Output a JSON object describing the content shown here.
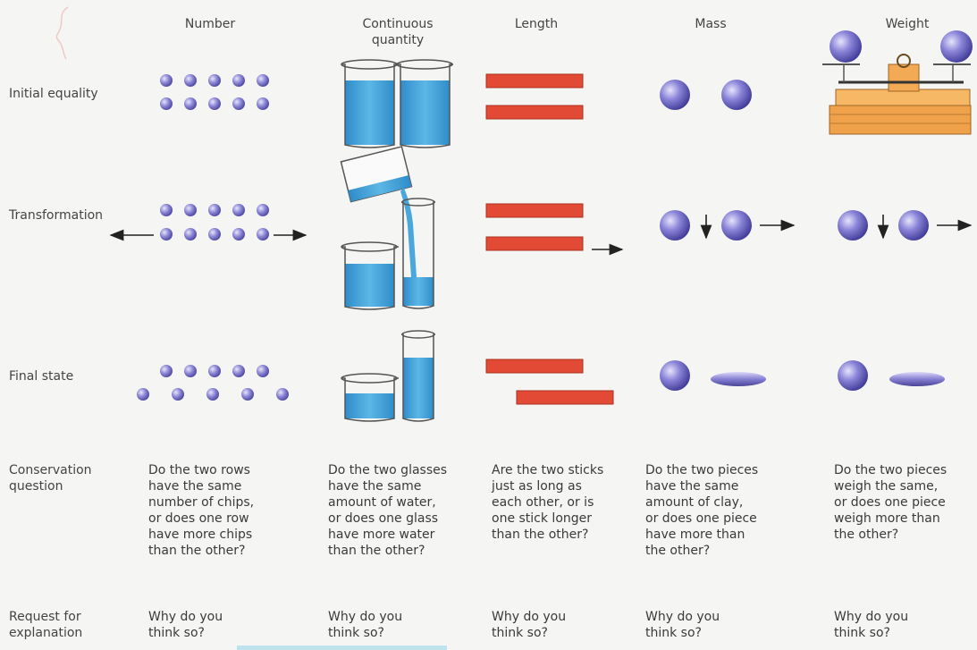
{
  "columns": {
    "number": "Number",
    "continuous": "Continuous\nquantity",
    "length": "Length",
    "mass": "Mass",
    "weight": "Weight"
  },
  "rows": {
    "initial": "Initial equality",
    "transformation": "Transformation",
    "final": "Final state",
    "question": "Conservation\nquestion",
    "request": "Request for\nexplanation"
  },
  "questions": {
    "number": "Do the two rows\nhave the same\nnumber of chips,\nor does one row\nhave more chips\nthan the other?",
    "continuous": "Do the two glasses\nhave the same\namount of water,\nor does one glass\nhave more water\nthan the other?",
    "length": "Are the two sticks\njust as long as\neach other, or is\none stick longer\nthan the other?",
    "mass": "Do the two pieces\nhave the same\namount of clay,\nor does one piece\nhave more than\nthe other?",
    "weight": "Do the two pieces\nweigh the same,\nor does one piece\nweigh more than\nthe other?"
  },
  "explanations": {
    "number": "Why do you\nthink so?",
    "continuous": "Why do you\nthink so?",
    "length": "Why do you\nthink so?",
    "mass": "Why do you\nthink so?",
    "weight": "Why do you\nthink so?"
  },
  "colors": {
    "chip": "#7d78c8",
    "ball": "#6a63c6",
    "water": "#49a7dc",
    "stick": "#e34a36",
    "scale": "#f0a24a"
  }
}
